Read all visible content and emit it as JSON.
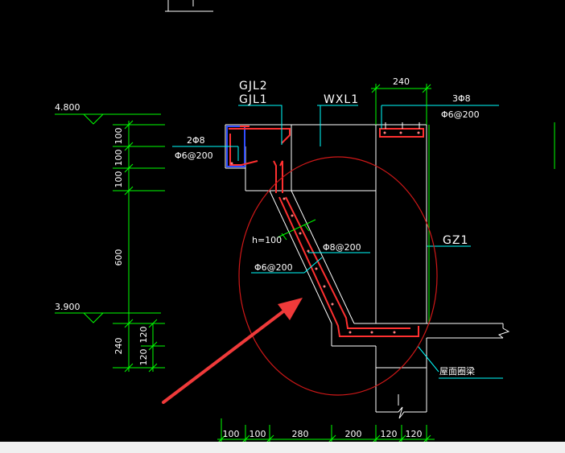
{
  "drawing": {
    "labels": {
      "gjl2": "GJL2",
      "gjl1": "GJL1",
      "wxl1": "WXL1",
      "gz1": "GZ1",
      "top_width": "240",
      "top_rebar": "3Φ8",
      "top_stirrup": "Φ6@200",
      "left_rebar": "2Φ8",
      "left_stirrup": "Φ6@200",
      "slab_thickness": "h=100",
      "slab_main_bar": "Φ8@200",
      "slab_dist_bar": "Φ6@200",
      "ring_beam": "屋面圈梁"
    },
    "elevations": {
      "upper": "4.800",
      "lower": "3.900"
    },
    "vertical_dims": {
      "d1": "100",
      "d2": "100",
      "d3": "100",
      "d4": "600",
      "d5": "240",
      "d6": "120",
      "d7": "120"
    },
    "horizontal_dims": [
      "100",
      "100",
      "280",
      "200",
      "120",
      "120"
    ]
  },
  "colors": {
    "background": "#000000",
    "outline": "#ffffff",
    "dimension": "#00ff00",
    "leader": "#00ffff",
    "rebar": "#ff3030",
    "stirrup_blue": "#2f4dff",
    "highlight": "#d01818",
    "arrow": "#f03a3a"
  }
}
